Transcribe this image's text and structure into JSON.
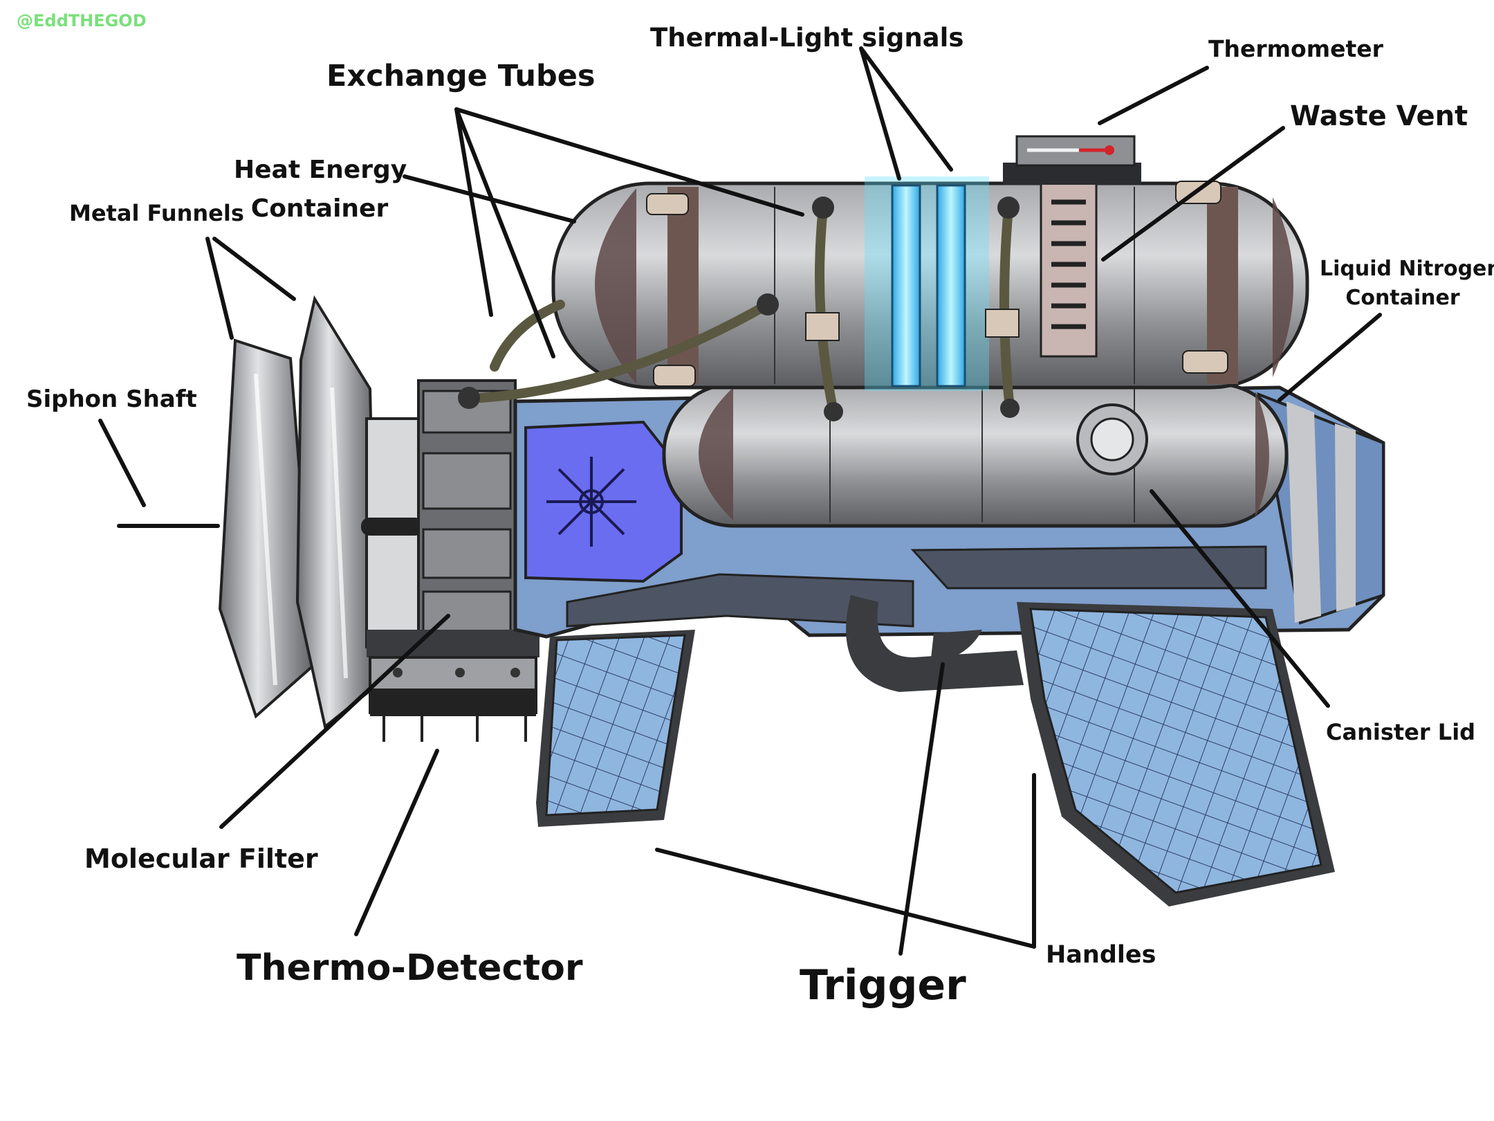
{
  "watermark": "@EddTHEGOD",
  "labels": {
    "thermal_light_signals": "Thermal-Light signals",
    "thermometer": "Thermometer",
    "exchange_tubes": "Exchange Tubes",
    "waste_vent": "Waste Vent",
    "heat_energy_container_1": "Heat Energy",
    "heat_energy_container_2": "Container",
    "metal_funnels": "Metal Funnels",
    "liquid_nitrogen_container_1": "Liquid Nitrogen",
    "liquid_nitrogen_container_2": "Container",
    "siphon_shaft": "Siphon Shaft",
    "canister_lid": "Canister Lid",
    "molecular_filter": "Molecular Filter",
    "handles": "Handles",
    "thermo_detector": "Thermo-Detector",
    "trigger": "Trigger"
  },
  "colors": {
    "metal": "#8f9093",
    "metal_light": "#c3c4c7",
    "metal_dark": "#55565a",
    "body_blue": "#7f9fcc",
    "grip_blue": "#8fb6df",
    "panel_blue": "#6a6df0",
    "glow": "#5fe0ff",
    "strap": "#6e5650",
    "tube": "#5a5840",
    "watermark": "#7be07b"
  }
}
